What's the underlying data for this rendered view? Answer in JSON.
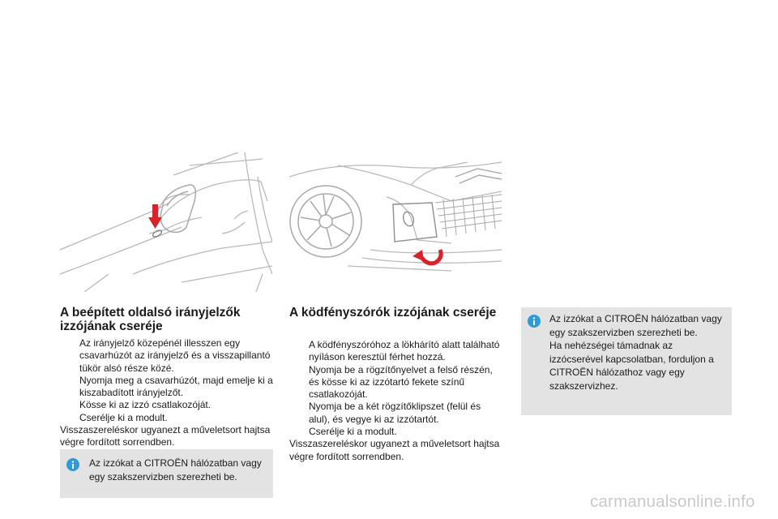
{
  "left_section": {
    "title": "A beépített oldalsó irányjelzők izzójának cseréje",
    "steps": [
      "Az irányjelző közepénél illesszen egy csavarhúzót az irányjelző és a visszapillantó tükör alsó része közé.",
      "Nyomja meg a csavarhúzót, majd emelje ki a kiszabadított irányjelzőt.",
      "Kösse ki az izzó csatlakozóját.",
      "Cserélje ki a modult."
    ],
    "closing": "Visszaszereléskor ugyanezt a műveletsort hajtsa végre fordított sorrendben.",
    "info": "Az izzókat a CITROËN hálózatban vagy egy szakszervizben szerezheti be."
  },
  "middle_section": {
    "title": "A ködfényszórók izzójának cseréje",
    "steps": [
      "A ködfényszóróhoz a lökhárító alatt található nyíláson keresztül férhet hozzá.",
      "Nyomja be a rögzítőnyelvet a felső részén, és kösse ki az izzótartó fekete színű csatlakozóját.",
      "Nyomja be a két rögzítőklipszet (felül és alul), és vegye ki az izzótartót.",
      "Cserélje ki a modult."
    ],
    "closing": "Visszaszereléskor ugyanezt a műveletsort hajtsa végre fordított sorrendben."
  },
  "right_info": {
    "line1": "Az izzókat a CITROËN hálózatban vagy egy szakszervizben szerezheti be.",
    "line2": "Ha nehézségei támadnak az izzócserével kapcsolatban, forduljon a CITROËN hálózathoz vagy egy szakszervizhez."
  },
  "bullet_symbol": "",
  "watermark": "carmanualsonline.info",
  "icons": {
    "info": "info-icon",
    "arrow_down": "red-arrow-down-icon",
    "rotate": "red-rotate-arrow-icon"
  },
  "colors": {
    "accent_red": "#d8232a",
    "info_blue": "#2f9ad8",
    "info_box": "#e3e3e3"
  }
}
